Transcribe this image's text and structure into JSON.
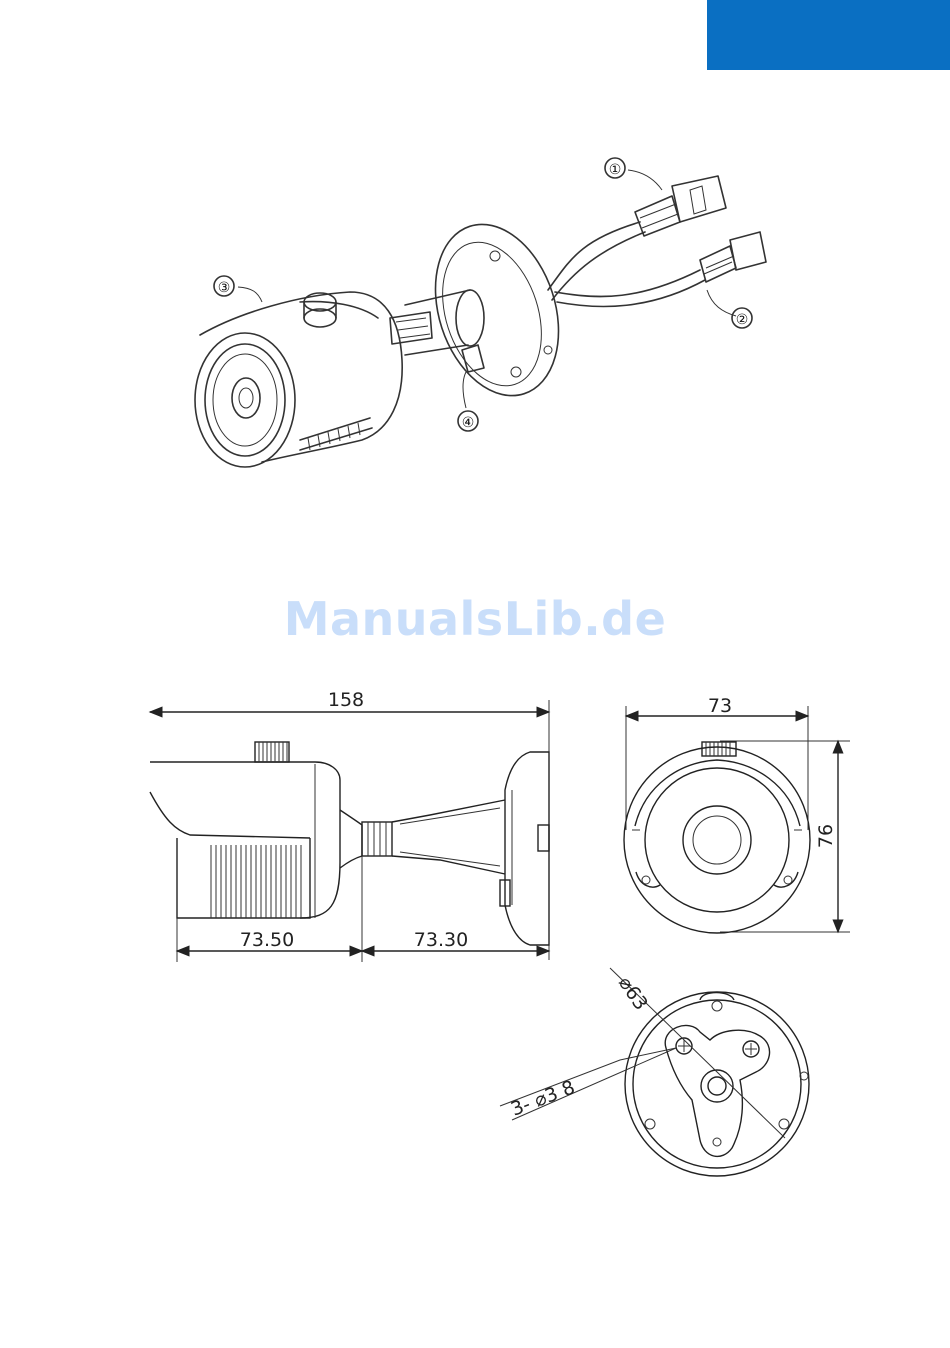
{
  "page": {
    "accent_color": "#0a6fc2",
    "watermark": "ManualsLib.de",
    "watermark_color": "#c9defa"
  },
  "isometric_view": {
    "callouts": [
      "①",
      "②",
      "③",
      "④"
    ]
  },
  "side_view": {
    "overall_length": "158",
    "front_section": "73.50",
    "rear_section": "73.30"
  },
  "front_view": {
    "width": "73",
    "height": "76"
  },
  "mount_view": {
    "hole_circle_diameter": "⌀63",
    "screw_holes": "3- ⌀3 8"
  }
}
